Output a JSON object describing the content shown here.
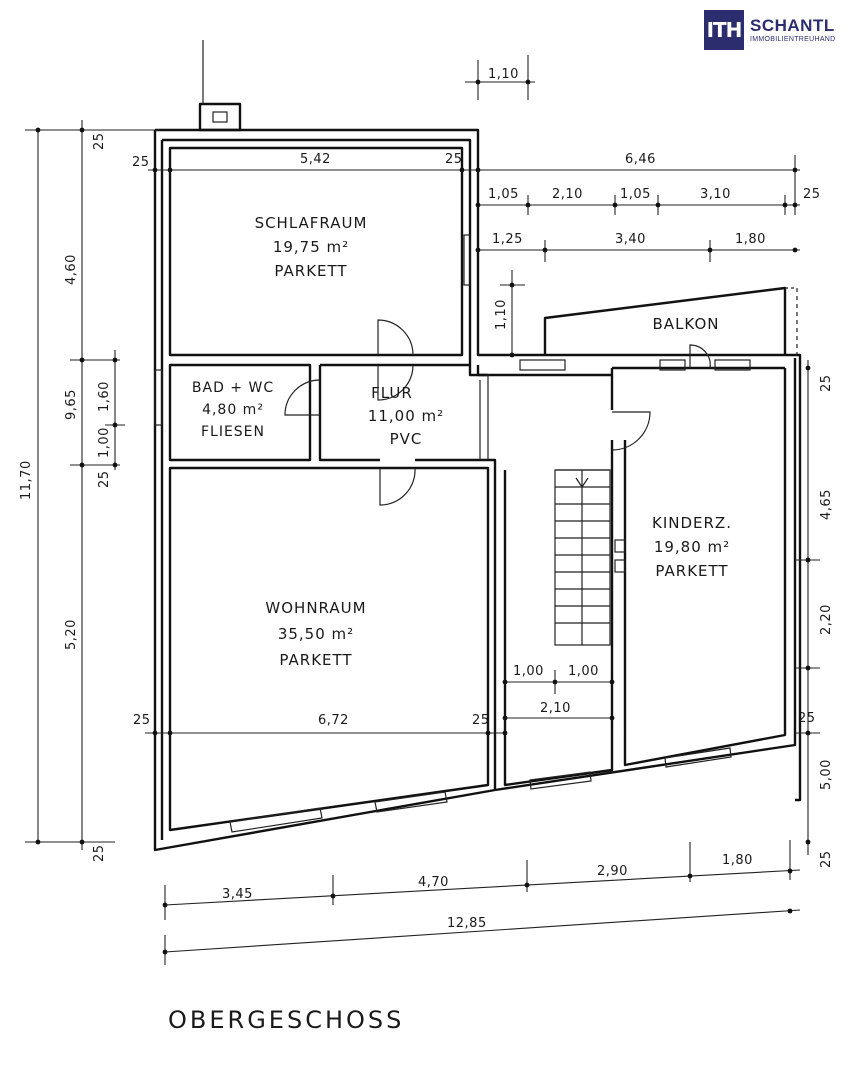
{
  "logo": {
    "mark": "ITH",
    "brand": "SCHANTL",
    "sub": "IMMOBILIENTREUHAND"
  },
  "floor": "OBERGESCHOSS",
  "rooms": [
    {
      "name": "SCHLAFRAUM",
      "area": "19,75 m²",
      "floor": "PARKETT"
    },
    {
      "name": "BAD + WC",
      "area": "4,80 m²",
      "floor": "FLIESEN"
    },
    {
      "name": "FLUR",
      "area": "11,00 m²",
      "floor": "PVC"
    },
    {
      "name": "KINDERZ.",
      "area": "19,80 m²",
      "floor": "PARKETT"
    },
    {
      "name": "WOHNRAUM",
      "area": "35,50 m²",
      "floor": "PARKETT"
    },
    {
      "name": "BALKON"
    }
  ],
  "dims": {
    "top_1_10": "1,10",
    "schlaf_width": "5,42",
    "w25_a": "25",
    "w25_b": "25",
    "right_total": "6,46",
    "r1": [
      "1,05",
      "2,10",
      "1,05",
      "3,10"
    ],
    "r1_end": "25",
    "r2": [
      "1,25",
      "3,40",
      "1,80"
    ],
    "balkon_depth": "1,10",
    "left_outer": "11,70",
    "left_inner": [
      "25",
      "4,60",
      "9,65",
      "5,20",
      "25"
    ],
    "left_bad": [
      "1,60",
      "1,00",
      "25"
    ],
    "wohn_width": "6,72",
    "w25_c": "25",
    "w25_d": "25",
    "stair": [
      "1,00",
      "1,00",
      "2,10"
    ],
    "right_side": [
      "25",
      "4,65",
      "2,20",
      "25",
      "5,00",
      "25"
    ],
    "bottom": [
      "3,45",
      "4,70",
      "2,90",
      "1,80"
    ],
    "bottom_total": "12,85"
  }
}
